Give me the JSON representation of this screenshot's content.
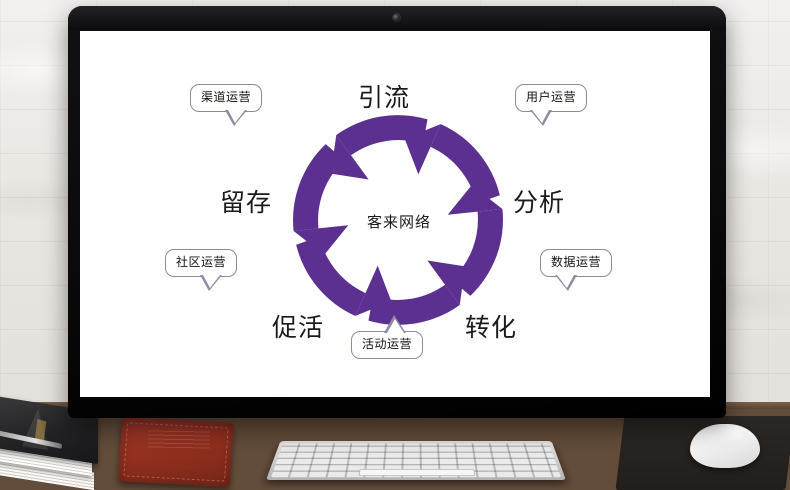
{
  "scene": {
    "description": "desktop-monitor-photo",
    "accent_purple": "#5B3090",
    "bubble_border": "#8d8aa6",
    "screen_background": "#ffffff",
    "desk_color": "#634c3a",
    "bezel_color": "#0b0b0d"
  },
  "slide": {
    "center_brand": "客来网络",
    "stages": [
      {
        "id": "top",
        "label": "引流"
      },
      {
        "id": "right",
        "label": "分析"
      },
      {
        "id": "bottom-right",
        "label": "转化"
      },
      {
        "id": "bottom-left",
        "label": "促活"
      },
      {
        "id": "left",
        "label": "留存"
      }
    ],
    "callouts": [
      {
        "id": "channel-ops",
        "label": "渠道运营",
        "tail": "down-right"
      },
      {
        "id": "user-ops",
        "label": "用户运营",
        "tail": "down-left"
      },
      {
        "id": "community-ops",
        "label": "社区运营",
        "tail": "down-right"
      },
      {
        "id": "data-ops",
        "label": "数据运营",
        "tail": "down-left"
      },
      {
        "id": "activity-ops",
        "label": "活动运营",
        "tail": "up-right"
      }
    ]
  },
  "hardware": {
    "monitor": "display-monitor",
    "webcam": "webcam-dot",
    "keyboard": "silver-keyboard",
    "mouse": "white-magic-mouse",
    "mousepad": "black-mousepad",
    "books": "book-stack",
    "notebook": "red-leather-notebook"
  }
}
